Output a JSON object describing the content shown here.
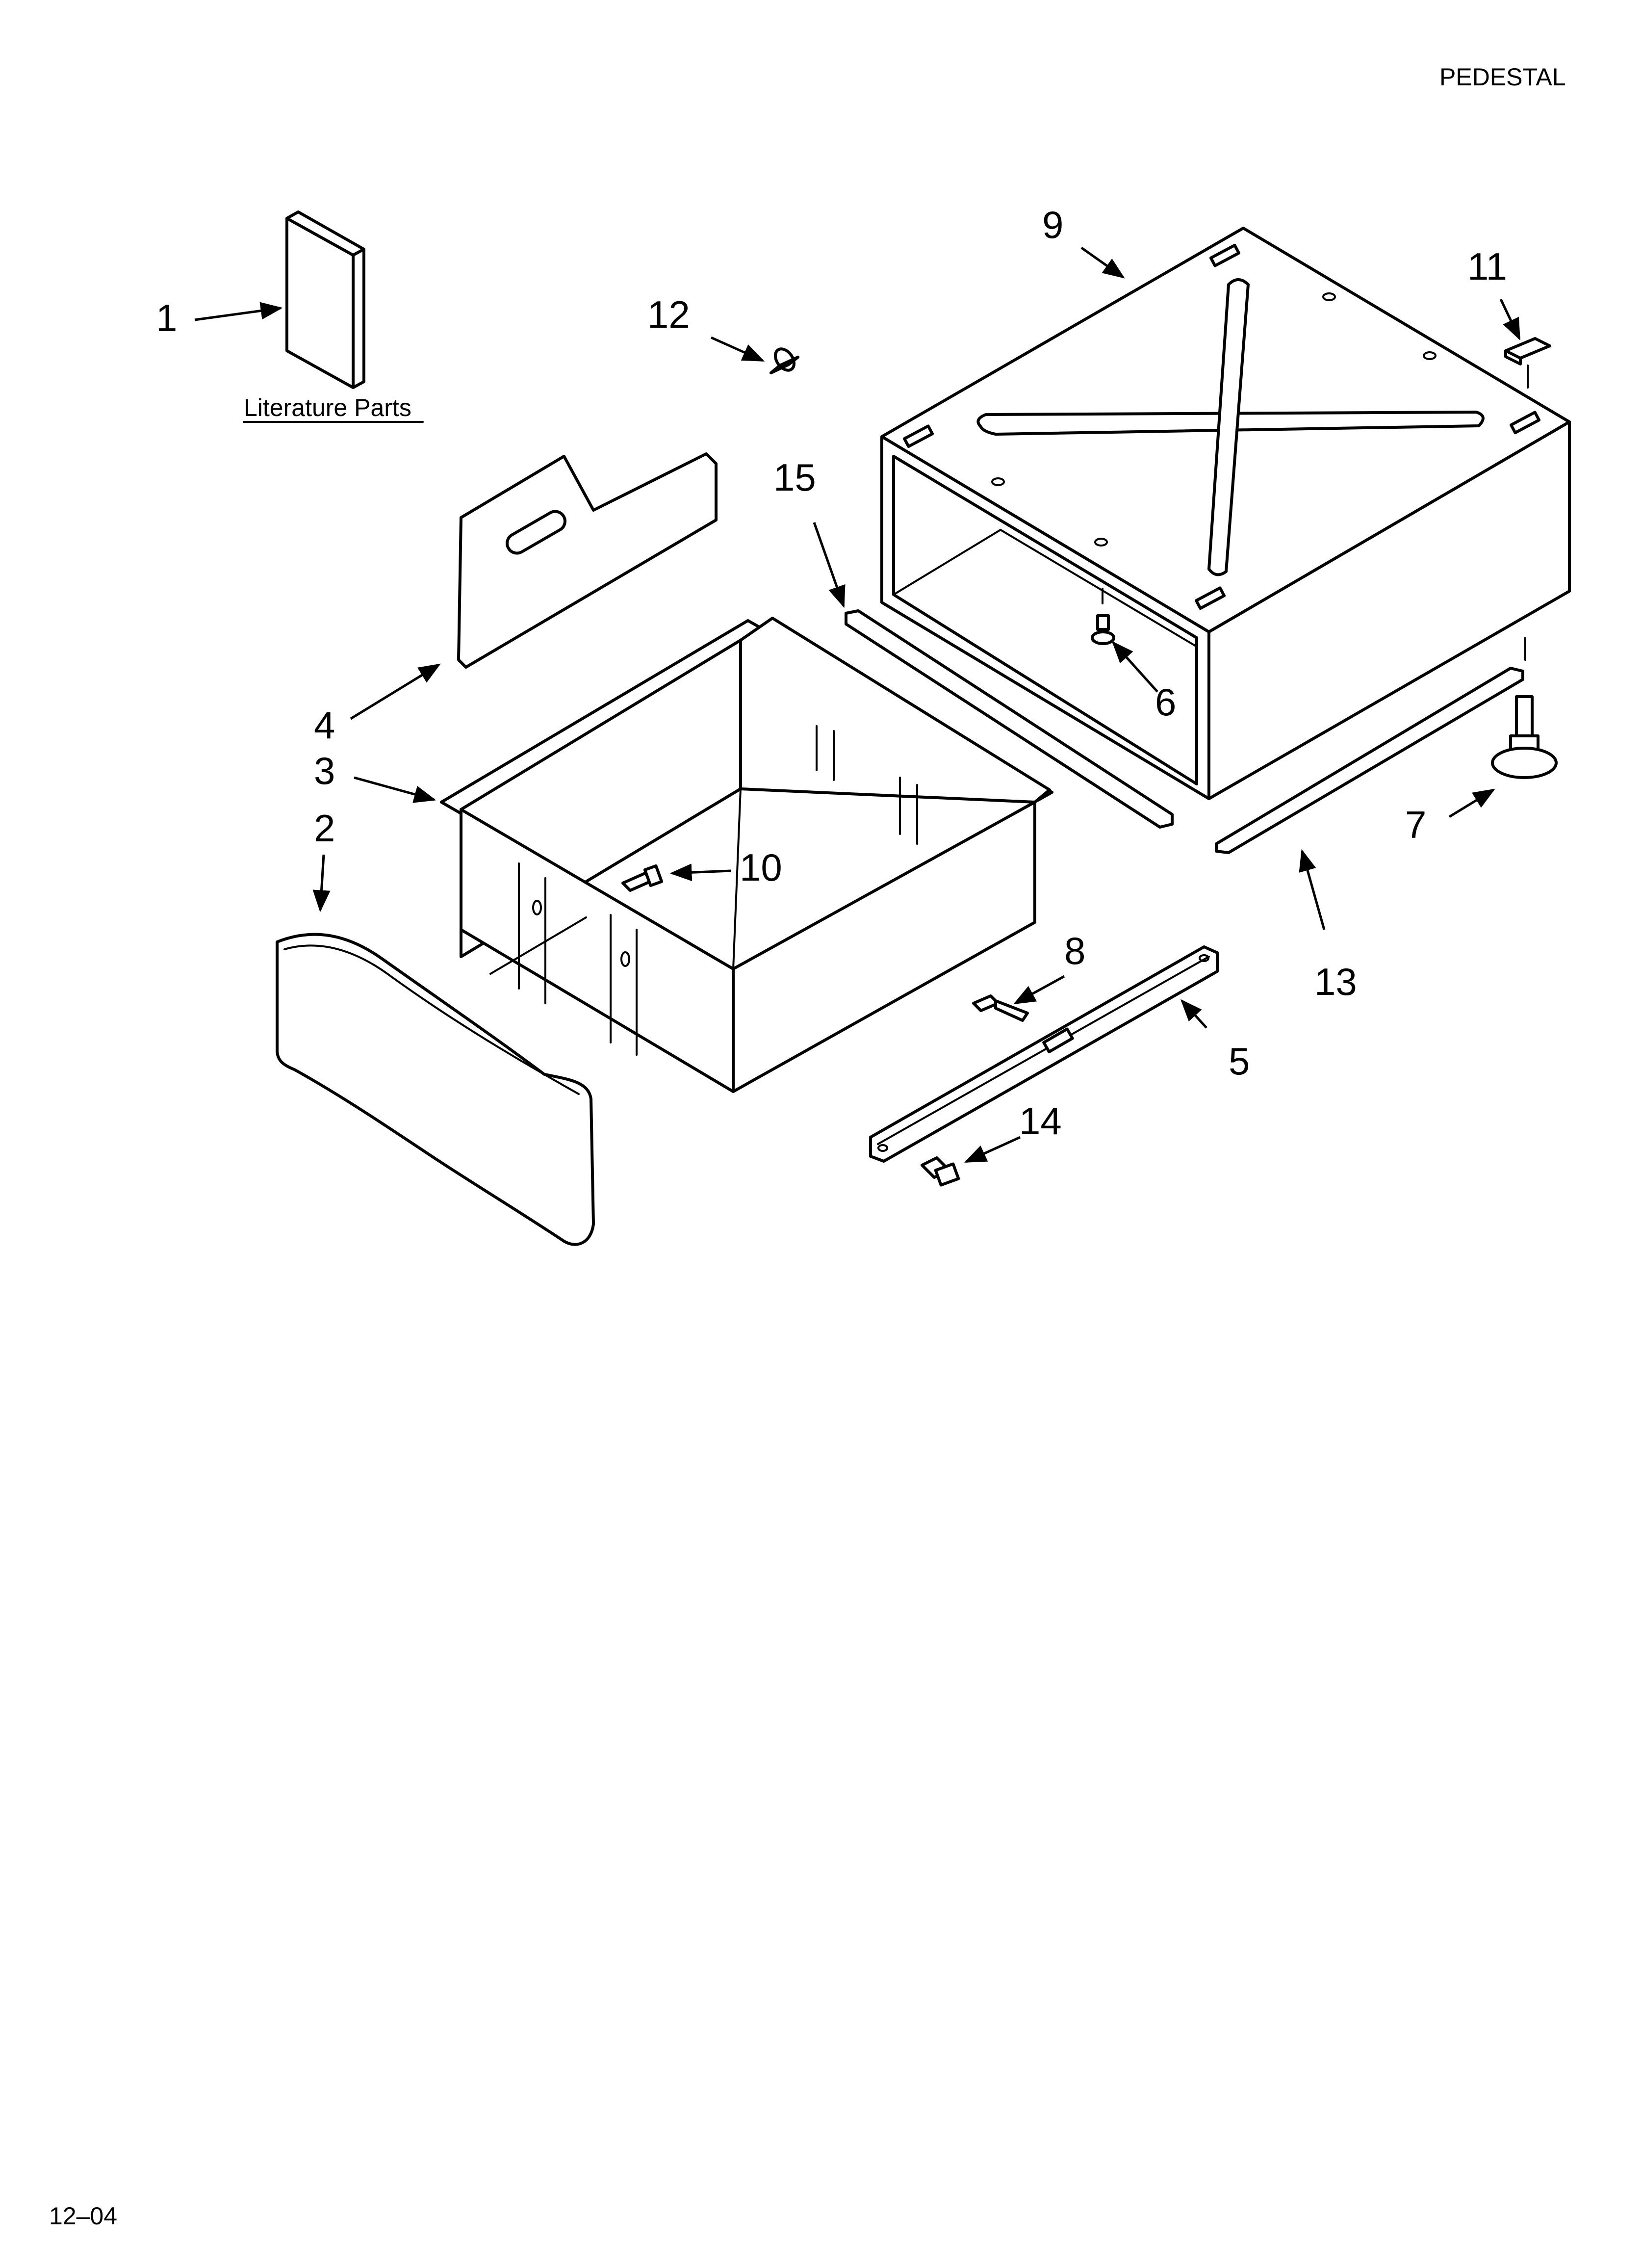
{
  "header": {
    "section_title": "PEDESTAL"
  },
  "footer": {
    "date_code": "12–04"
  },
  "diagram": {
    "literature_label": "Literature Parts",
    "callouts": {
      "c1": "1",
      "c2": "2",
      "c3": "3",
      "c4": "4",
      "c5": "5",
      "c6": "6",
      "c7": "7",
      "c8": "8",
      "c9": "9",
      "c10": "10",
      "c11": "11",
      "c12": "12",
      "c13": "13",
      "c14": "14",
      "c15": "15"
    }
  }
}
